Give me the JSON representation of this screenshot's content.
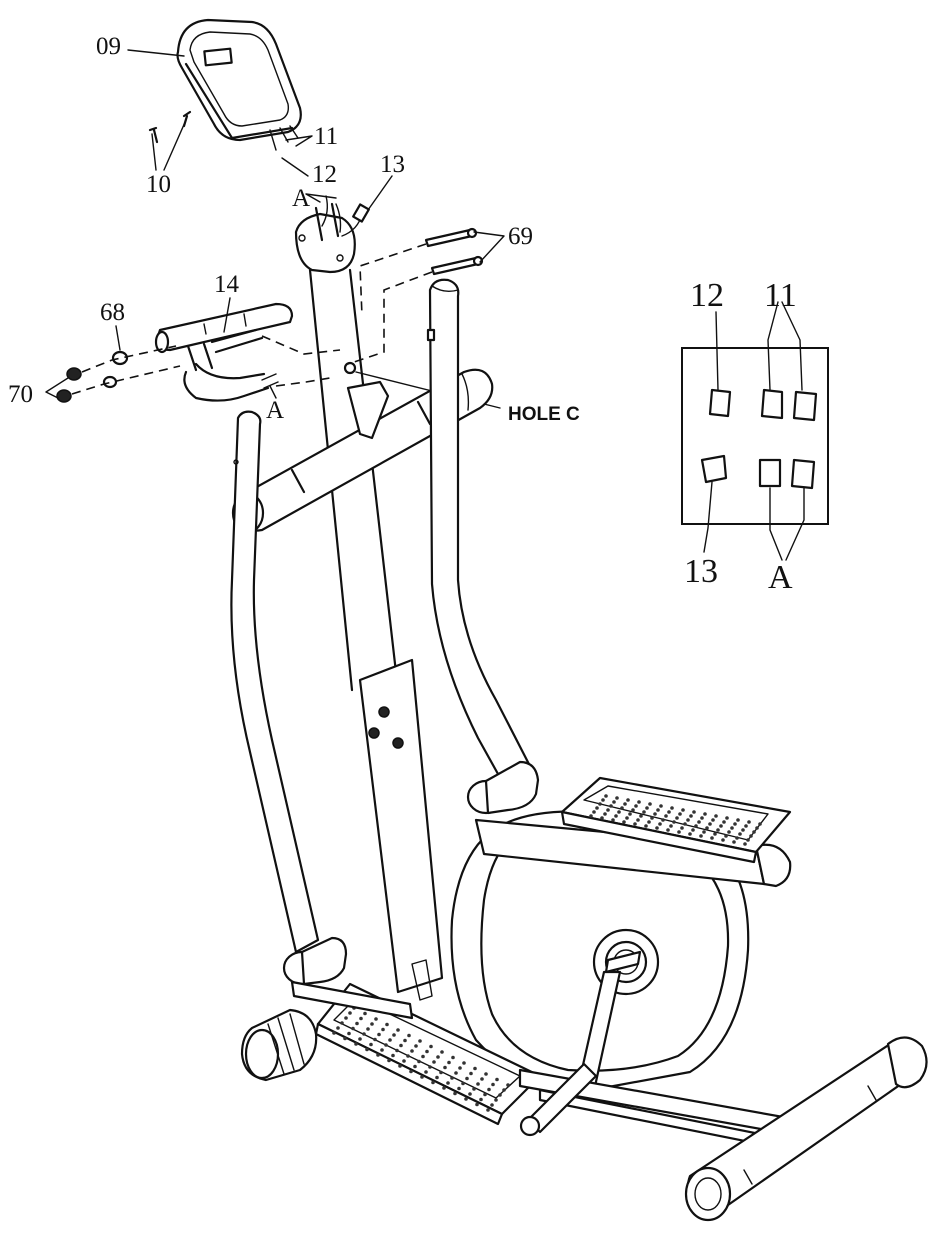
{
  "diagram": {
    "labels": {
      "console": "09",
      "screws_10": "10",
      "wires_11": "11",
      "wire_12": "12",
      "wire_13": "13",
      "handlebar_14": "14",
      "washer_68": "68",
      "bolts_69": "69",
      "nuts_70": "70",
      "connector_a_top": "A",
      "connector_a_left": "A",
      "hole_c": "HOLE C"
    },
    "inset": {
      "label_12": "12",
      "label_11": "11",
      "label_13": "13",
      "label_a": "A"
    }
  }
}
